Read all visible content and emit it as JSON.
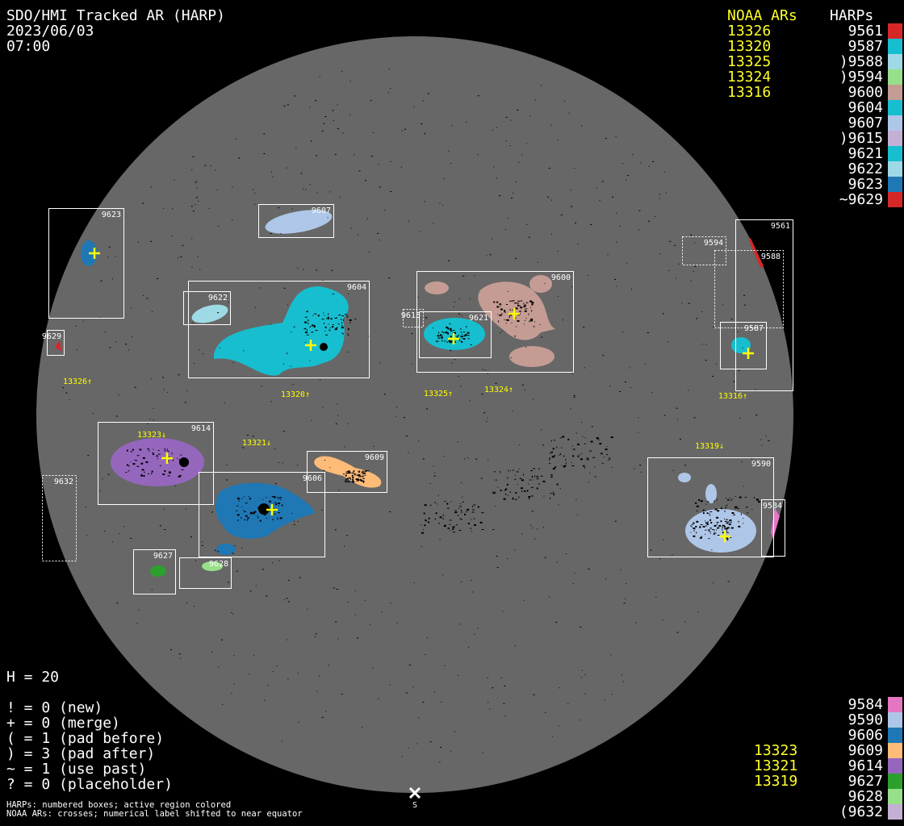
{
  "header": {
    "title": "SDO/HMI Tracked AR (HARP)",
    "date": "2023/06/03",
    "time": "07:00"
  },
  "legend_top": {
    "noaa_header": "NOAA ARs",
    "harps_header": "HARPs",
    "noaa": [
      "13326",
      "13320",
      "13325",
      "13324",
      "13316"
    ],
    "harps": [
      {
        "label": "9561",
        "color": "#d62728"
      },
      {
        "label": "9587",
        "color": "#17becf"
      },
      {
        "label": ")9588",
        "color": "#9edae5"
      },
      {
        "label": ")9594",
        "color": "#98df8a"
      },
      {
        "label": "9600",
        "color": "#c49c94"
      },
      {
        "label": "9604",
        "color": "#17becf"
      },
      {
        "label": "9607",
        "color": "#aec7e8"
      },
      {
        "label": ")9615",
        "color": "#c5b0d5"
      },
      {
        "label": "9621",
        "color": "#17becf"
      },
      {
        "label": "9622",
        "color": "#9edae5"
      },
      {
        "label": "9623",
        "color": "#1f77b4"
      },
      {
        "label": "~9629",
        "color": "#d62728"
      }
    ]
  },
  "legend_bottom": {
    "noaa": [
      "13323",
      "13321",
      "13319"
    ],
    "harps": [
      {
        "label": "9584",
        "color": "#e377c2"
      },
      {
        "label": "9590",
        "color": "#aec7e8"
      },
      {
        "label": "9606",
        "color": "#1f77b4"
      },
      {
        "label": "9609",
        "color": "#ffbb78"
      },
      {
        "label": "9614",
        "color": "#9467bd"
      },
      {
        "label": "9627",
        "color": "#2ca02c"
      },
      {
        "label": "9628",
        "color": "#98df8a"
      },
      {
        "label": "(9632",
        "color": "#c5b0d5"
      }
    ]
  },
  "stats": {
    "h": "H = 20",
    "lines": [
      "! = 0 (new)",
      "+ = 0 (merge)",
      "( = 1 (pad before)",
      ") = 3 (pad after)",
      "~ = 1 (use past)",
      "? = 0 (placeholder)"
    ]
  },
  "notes": [
    "HARPs: numbered boxes; active region colored",
    "NOAA ARs: crosses; numerical label shifted to near equator"
  ],
  "south_label": "S",
  "disc": {
    "harp_boxes": [
      {
        "id": "9623",
        "dotted": false
      },
      {
        "id": "9607",
        "dotted": false
      },
      {
        "id": "9604",
        "dotted": false
      },
      {
        "id": "9622",
        "dotted": false
      },
      {
        "id": "9629",
        "dotted": false
      },
      {
        "id": "9600",
        "dotted": false
      },
      {
        "id": "9615",
        "dotted": true
      },
      {
        "id": "9621",
        "dotted": false
      },
      {
        "id": "9594",
        "dotted": true
      },
      {
        "id": "9561",
        "dotted": false
      },
      {
        "id": "9588",
        "dotted": true
      },
      {
        "id": "9587",
        "dotted": false
      },
      {
        "id": "9614",
        "dotted": false
      },
      {
        "id": "9606",
        "dotted": false
      },
      {
        "id": "9609",
        "dotted": false
      },
      {
        "id": "9632",
        "dotted": true
      },
      {
        "id": "9627",
        "dotted": false
      },
      {
        "id": "9628",
        "dotted": false
      },
      {
        "id": "9590",
        "dotted": false
      },
      {
        "id": "9584",
        "dotted": false
      }
    ],
    "noaa_labels": [
      "13326↑",
      "13320↑",
      "13325↑",
      "13324↑",
      "13316↑",
      "13323↓",
      "13321↓",
      "13319↓"
    ],
    "colors": {
      "disc": "#676767",
      "box": "#ffffff",
      "cross": "#ffff00",
      "noaa_label": "#ffff00"
    }
  }
}
